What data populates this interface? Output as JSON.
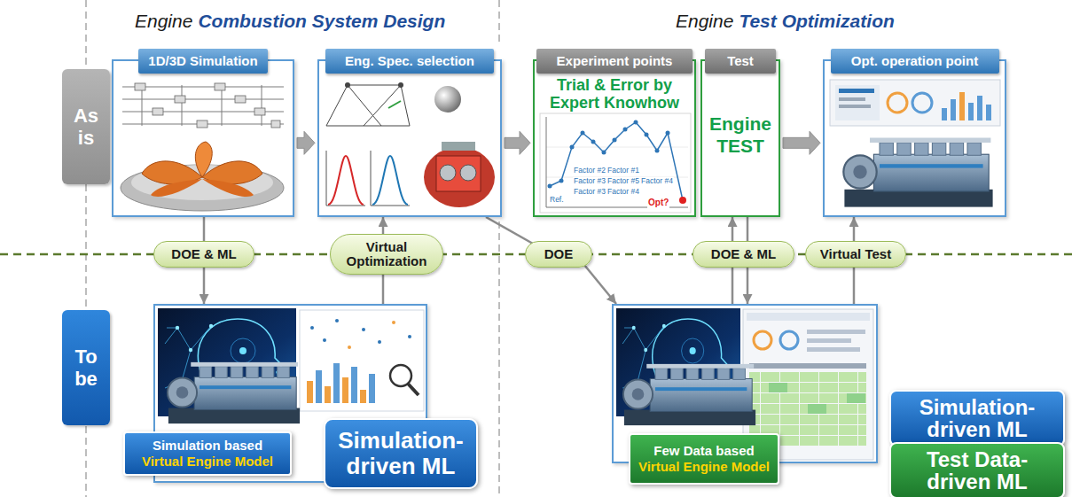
{
  "diagram": {
    "nodes": [
      {
        "text": [
          "As is"
        ]
      },
      {
        "text": [
          "1D/3D Simulation"
        ]
      },
      {
        "text": [
          "Eng. Spec. selection"
        ]
      },
      {
        "text": [
          "Experiment points",
          "Trial & Error by Expert Knowhow"
        ]
      },
      {
        "text": [
          "Test",
          "Engine TEST"
        ]
      },
      {
        "text": [
          "Opt. operation point"
        ]
      },
      {
        "text": [
          "DOE & ML"
        ]
      },
      {
        "text": [
          "Virtual Optimization"
        ]
      },
      {
        "text": [
          "DOE"
        ]
      },
      {
        "text": [
          "DOE & ML"
        ]
      },
      {
        "text": [
          "Virtual Test"
        ]
      },
      {
        "text": [
          "To be"
        ]
      },
      {
        "text": []
      },
      {
        "text": [
          "Simulation based",
          "Virtual Engine Model"
        ],
        "in": 12
      },
      {
        "text": [
          "Simulation-driven ML"
        ],
        "in": 12
      },
      {
        "text": []
      },
      {
        "text": [
          "Few Data based",
          "Virtual Engine Model"
        ],
        "in": 15
      },
      {
        "text": [
          "Simulation-driven ML"
        ]
      },
      {
        "text": [
          "Test Data-driven ML"
        ]
      }
    ],
    "edges": [
      {
        "from": 1,
        "to": 2,
        "arrow": "to"
      },
      {
        "from": 2,
        "to": 3,
        "arrow": "to"
      },
      {
        "from": 4,
        "to": 5,
        "arrow": "to"
      },
      {
        "from": 1,
        "to": 6,
        "arrow": "none"
      },
      {
        "from": 6,
        "to": 12,
        "arrow": "to"
      },
      {
        "from": 12,
        "to": 7,
        "arrow": "none"
      },
      {
        "from": 7,
        "to": 2,
        "arrow": "to"
      },
      {
        "from": 2,
        "to": 8,
        "arrow": "none"
      },
      {
        "from": 8,
        "to": 15,
        "arrow": "to"
      },
      {
        "from": 15,
        "to": 9,
        "arrow": "none"
      },
      {
        "from": 9,
        "to": 4,
        "arrow": "to"
      },
      {
        "from": 4,
        "to": 9,
        "arrow": "none"
      },
      {
        "from": 9,
        "to": 15,
        "arrow": "to"
      },
      {
        "from": 15,
        "to": 10,
        "arrow": "none"
      },
      {
        "from": 10,
        "to": 5,
        "arrow": "to"
      }
    ],
    "labels": [
      "Engine",
      "Combustion System Design",
      "Engine",
      "Test Optimization",
      "Ref.",
      "Factor #2",
      "Factor #1",
      "Factor #3",
      "Factor #5",
      "Factor #4",
      "Factor #3",
      "Factor #4",
      "Opt?"
    ]
  }
}
